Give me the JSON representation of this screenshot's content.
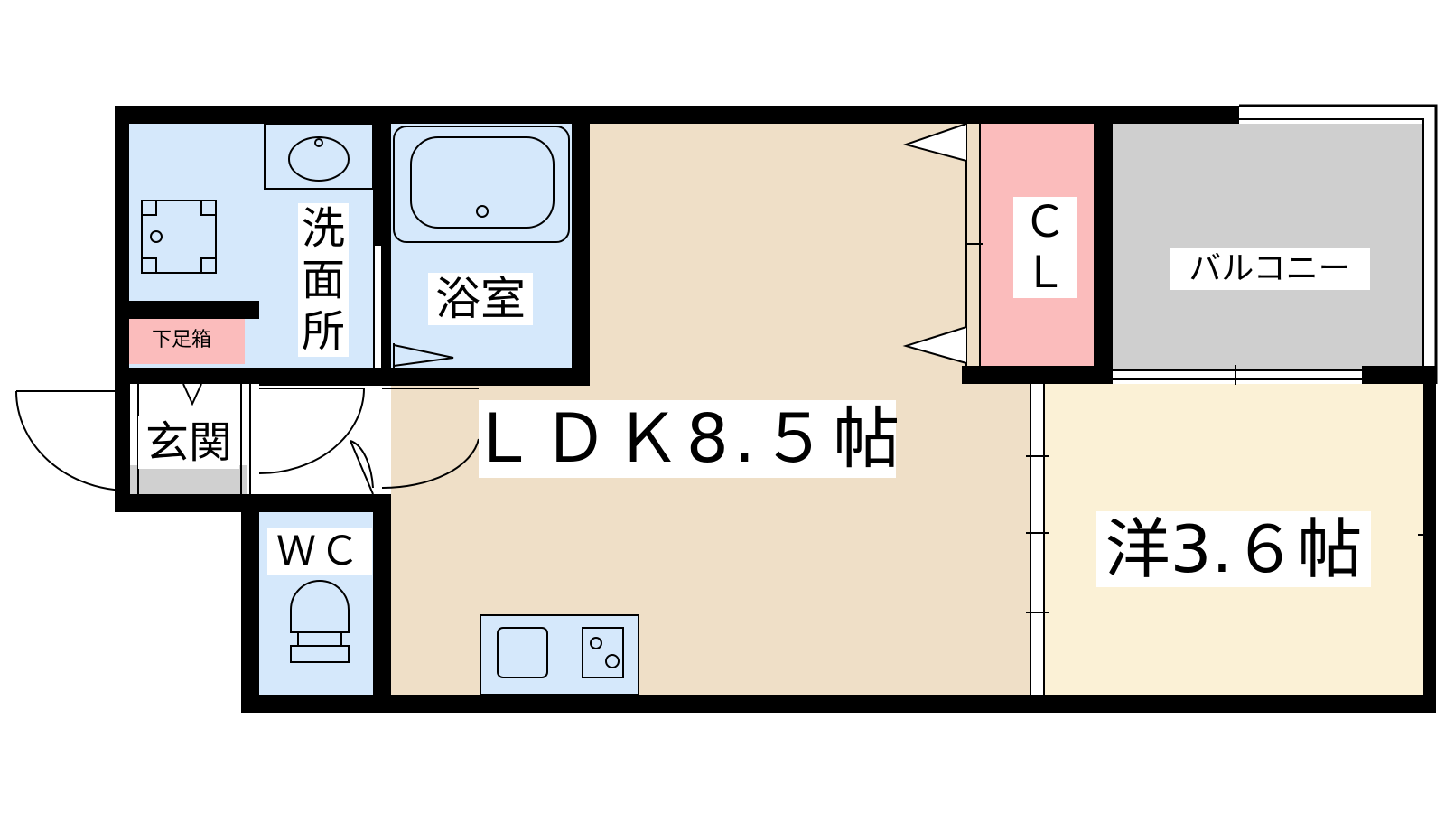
{
  "rooms": {
    "ldk": "ＬＤＫ8.５帖",
    "western": "洋3.６帖",
    "bath": "浴室",
    "washroom": [
      "洗",
      "面",
      "所"
    ],
    "entrance": "玄関",
    "wc": "ＷＣ",
    "closet": [
      "Ｃ",
      "Ｌ"
    ],
    "balcony": "バルコニー",
    "shoe_box": "下足箱"
  },
  "colors": {
    "wall": "#000000",
    "ldk_floor": "#efdfc7",
    "western_floor": "#fbf1d6",
    "water_area": "#d5e8fb",
    "closet": "#fbbcbc",
    "balcony": "#cfcfcf",
    "entrance_floor": "#d0d0d0"
  }
}
